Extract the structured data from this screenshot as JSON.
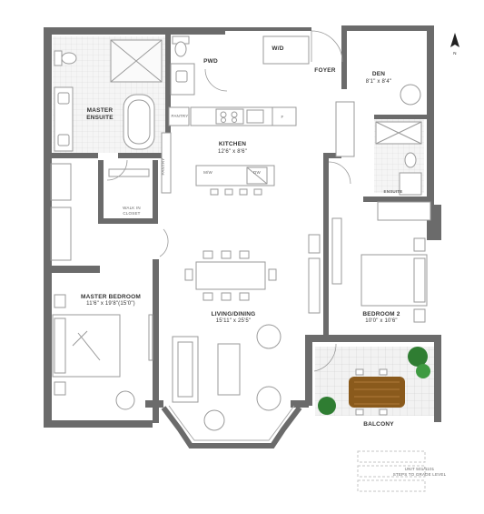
{
  "rooms": {
    "master_ensuite": {
      "name": "MASTER\nENSUITE"
    },
    "pwd": {
      "name": "PWD"
    },
    "wd": {
      "name": "W/D"
    },
    "foyer": {
      "name": "FOYER"
    },
    "den": {
      "name": "DEN",
      "dims": "8'1\" x 8'4\""
    },
    "pantry": {
      "name": "PANTRY"
    },
    "pantry_side": {
      "name": "PANTRY"
    },
    "kitchen": {
      "name": "KITCHEN",
      "dims": "12'6\" x 8'6\""
    },
    "walk_in_closet": {
      "name": "WALK IN\nCLOSET"
    },
    "ensuite": {
      "name": "ENSUITE"
    },
    "master_bedroom": {
      "name": "MASTER BEDROOM",
      "dims": "11'6\" x 19'8\"(15'0\")"
    },
    "living_dining": {
      "name": "LIVING/DINING",
      "dims": "15'11\" x 25'5\""
    },
    "bedroom2": {
      "name": "BEDROOM 2",
      "dims": "10'0\" x 10'6\""
    },
    "balcony": {
      "name": "BALCONY"
    }
  },
  "appliances": {
    "fridge": "F",
    "microwave": "M/W",
    "dishwasher": "DW"
  },
  "note": {
    "line1": "UNIT 501/1101",
    "line2": "STEPS TO GRADE LEVEL"
  },
  "north": {
    "label": "N"
  },
  "colors": {
    "wall": "#6b6b6b",
    "line": "#9a9a9a",
    "tile": "#e6e6e6",
    "plant": "#2f7d32",
    "table": "#8a5a1c"
  }
}
